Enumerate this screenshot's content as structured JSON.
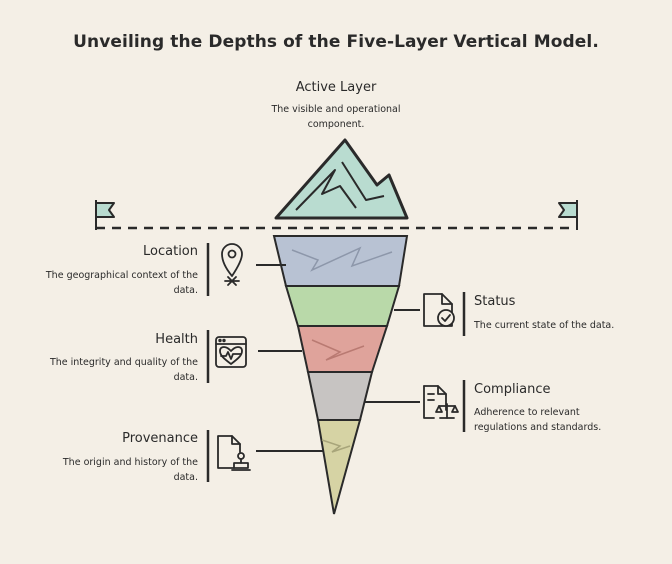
{
  "title": "Unveiling the Depths of the Five-Layer Vertical Model.",
  "active": {
    "name": "Active Layer",
    "desc_line1": "The visible and operational",
    "desc_line2": "component."
  },
  "layers": {
    "location": {
      "name": "Location",
      "line1": "The geographical context of the",
      "line2": "data.",
      "icon": "location-pin-icon",
      "color": "#b8c2d3"
    },
    "status": {
      "name": "Status",
      "line1": "The current state of the data.",
      "line2": "",
      "icon": "document-check-icon",
      "color": "#b9d9a9"
    },
    "health": {
      "name": "Health",
      "line1": "The integrity and quality of the",
      "line2": "data.",
      "icon": "heart-window-icon",
      "color": "#dfa39b"
    },
    "compliance": {
      "name": "Compliance",
      "line1": "Adherence to relevant",
      "line2": "regulations and standards.",
      "icon": "legal-document-icon",
      "color": "#c7c4c2"
    },
    "provenance": {
      "name": "Provenance",
      "line1": "The origin and history of the",
      "line2": "data.",
      "icon": "stamped-document-icon",
      "color": "#d6d3a4"
    }
  },
  "colors": {
    "background": "#f4efe6",
    "ink": "#2a2a2a",
    "peak": "#b9dcd0"
  }
}
